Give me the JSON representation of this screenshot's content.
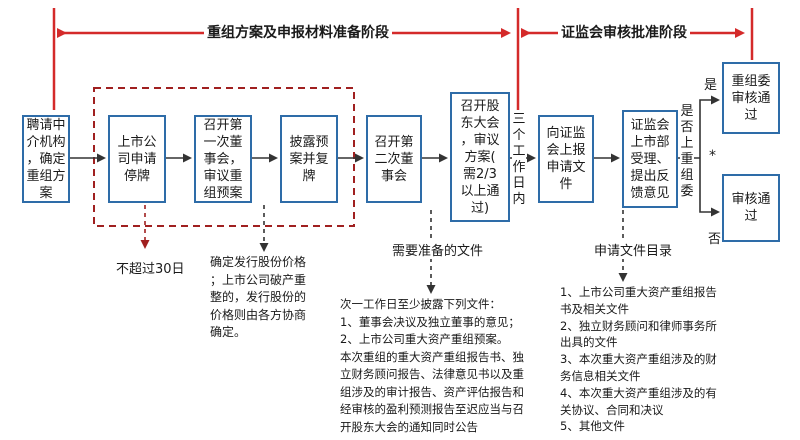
{
  "phases": {
    "phase1": "重组方案及申报材料准备阶段",
    "phase2": "证监会审核批准阶段"
  },
  "boxes": {
    "hire": "聘请中\n介机构\n，确定\n重组方\n案",
    "suspend": "上市公\n司申请\n停牌",
    "board1": "召开第\n一次董\n事会，\n审议重\n组预案",
    "disclose": "披露预\n案并复\n牌",
    "board2": "召开第\n二次董\n事会",
    "shareholders": "召开股\n东大会\n，审议\n方案(\n需2/3\n以上通\n过)",
    "submit": "向证监\n会上报\n申请文\n件",
    "csrc": "证监会\n上市部\n受理、\n提出反\n馈意见",
    "approved_committee": "重组委\n审核通\n过",
    "approved": "审核通\n过"
  },
  "labels": {
    "three_days": "三\n个\n工\n作\n日\n内",
    "committee_q": "是\n否\n上\n重\n组\n委",
    "yes": "是",
    "no": "否",
    "star": "*",
    "no_more_30": "不超过30日",
    "docs_needed": "需要准备的文件",
    "docs_list_title": "申请文件目录"
  },
  "price_note": [
    "确定发行股份价格",
    "；上市公司破产重",
    "整的，发行股份的",
    "价格则由各方协商",
    "确定。"
  ],
  "disclose_note": [
    "次一工作日至少披露下列文件：",
    "1、董事会决议及独立董事的意见；",
    "2、上市公司重大资产重组预案。",
    "本次重组的重大资产重组报告书、独",
    "立财务顾问报告、法律意见书以及重",
    "组涉及的审计报告、资产评估报告和",
    "经审核的盈利预测报告至迟应当与召",
    "开股东大会的通知同时公告"
  ],
  "docs_note": [
    "1、上市公司重大资产重组报告",
    "书及相关文件",
    "2、独立财务顾问和律师事务所",
    "出具的文件",
    "3、本次重大资产重组涉及的财",
    "务信息相关文件",
    "4、本次重大资产重组涉及的有",
    "关协议、合同和决议",
    "5、其他文件"
  ],
  "colors": {
    "red": "#d42a2a",
    "dark_red": "#a02020",
    "blue": "#2e6ca8",
    "line": "#333333"
  }
}
